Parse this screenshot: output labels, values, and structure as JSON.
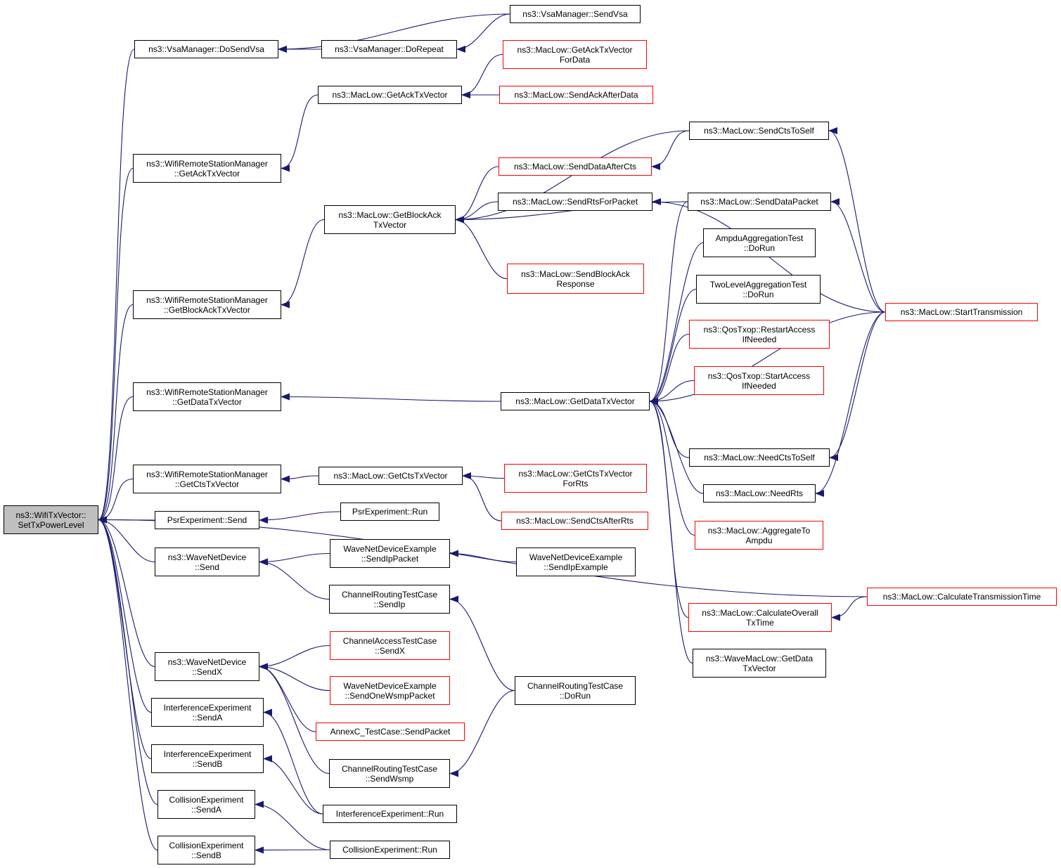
{
  "colors": {
    "edge": "#191970",
    "normal_border": "#000000",
    "truncated_border": "#ff0000",
    "root_fill": "#bfbfbf"
  },
  "nodes": [
    {
      "id": "root",
      "label": "ns3::WifiTxVector::\nSetTxPowerLevel",
      "kind": "root"
    },
    {
      "id": "vsa_dosendvsa",
      "label": "ns3::VsaManager::DoSendVsa",
      "kind": "normal"
    },
    {
      "id": "vsa_sendvsa",
      "label": "ns3::VsaManager::SendVsa",
      "kind": "normal"
    },
    {
      "id": "vsa_dorepeat",
      "label": "ns3::VsaManager::DoRepeat",
      "kind": "normal"
    },
    {
      "id": "ml_getacktxvector",
      "label": "ns3::MacLow::GetAckTxVector",
      "kind": "normal"
    },
    {
      "id": "ml_getacktxvectorfordata",
      "label": "ns3::MacLow::GetAckTxVector\nForData",
      "kind": "truncated"
    },
    {
      "id": "ml_sendackafterdata",
      "label": "ns3::MacLow::SendAckAfterData",
      "kind": "truncated"
    },
    {
      "id": "wrsm_getacktxvector",
      "label": "ns3::WifiRemoteStationManager\n::GetAckTxVector",
      "kind": "normal"
    },
    {
      "id": "ml_sendctstoself",
      "label": "ns3::MacLow::SendCtsToSelf",
      "kind": "normal"
    },
    {
      "id": "ml_senddataaftercts",
      "label": "ns3::MacLow::SendDataAfterCts",
      "kind": "truncated"
    },
    {
      "id": "ml_getblockacktxvector",
      "label": "ns3::MacLow::GetBlockAck\nTxVector",
      "kind": "normal"
    },
    {
      "id": "ml_sendrtsforpacket",
      "label": "ns3::MacLow::SendRtsForPacket",
      "kind": "normal"
    },
    {
      "id": "ml_senddatapacket",
      "label": "ns3::MacLow::SendDataPacket",
      "kind": "normal"
    },
    {
      "id": "ampdu_dorun",
      "label": "AmpduAggregationTest\n::DoRun",
      "kind": "normal"
    },
    {
      "id": "ml_sendblockackresponse",
      "label": "ns3::MacLow::SendBlockAck\nResponse",
      "kind": "truncated"
    },
    {
      "id": "twolevel_dorun",
      "label": "TwoLevelAggregationTest\n::DoRun",
      "kind": "normal"
    },
    {
      "id": "wrsm_getblockacktxvector",
      "label": "ns3::WifiRemoteStationManager\n::GetBlockAckTxVector",
      "kind": "normal"
    },
    {
      "id": "ml_starttransmission",
      "label": "ns3::MacLow::StartTransmission",
      "kind": "truncated"
    },
    {
      "id": "qos_restartaccess",
      "label": "ns3::QosTxop::RestartAccess\nIfNeeded",
      "kind": "truncated"
    },
    {
      "id": "qos_startaccess",
      "label": "ns3::QosTxop::StartAccess\nIfNeeded",
      "kind": "truncated"
    },
    {
      "id": "wrsm_getdatatxvector",
      "label": "ns3::WifiRemoteStationManager\n::GetDataTxVector",
      "kind": "normal"
    },
    {
      "id": "ml_getdatatxvector",
      "label": "ns3::MacLow::GetDataTxVector",
      "kind": "normal"
    },
    {
      "id": "ml_needctstoself",
      "label": "ns3::MacLow::NeedCtsToSelf",
      "kind": "normal"
    },
    {
      "id": "wrsm_getctstxvector",
      "label": "ns3::WifiRemoteStationManager\n::GetCtsTxVector",
      "kind": "normal"
    },
    {
      "id": "ml_getctstxvector",
      "label": "ns3::MacLow::GetCtsTxVector",
      "kind": "normal"
    },
    {
      "id": "ml_getctstxvectorforrts",
      "label": "ns3::MacLow::GetCtsTxVector\nForRts",
      "kind": "truncated"
    },
    {
      "id": "ml_needrts",
      "label": "ns3::MacLow::NeedRts",
      "kind": "normal"
    },
    {
      "id": "psr_send",
      "label": "PsrExperiment::Send",
      "kind": "normal"
    },
    {
      "id": "psr_run",
      "label": "PsrExperiment::Run",
      "kind": "normal"
    },
    {
      "id": "ml_sendctsafterrts",
      "label": "ns3::MacLow::SendCtsAfterRts",
      "kind": "truncated"
    },
    {
      "id": "ml_aggregatetoampdu",
      "label": "ns3::MacLow::AggregateTo\nAmpdu",
      "kind": "truncated"
    },
    {
      "id": "wnd_send",
      "label": "ns3::WaveNetDevice\n::Send",
      "kind": "normal"
    },
    {
      "id": "wnde_sendippacket",
      "label": "WaveNetDeviceExample\n::SendIpPacket",
      "kind": "normal"
    },
    {
      "id": "wnde_sendipexample",
      "label": "WaveNetDeviceExample\n::SendIpExample",
      "kind": "normal"
    },
    {
      "id": "crtc_sendip",
      "label": "ChannelRoutingTestCase\n::SendIp",
      "kind": "normal"
    },
    {
      "id": "ml_calculatetransmissiontime",
      "label": "ns3::MacLow::CalculateTransmissionTime",
      "kind": "truncated"
    },
    {
      "id": "ml_calculateoveralltxtime",
      "label": "ns3::MacLow::CalculateOverall\nTxTime",
      "kind": "truncated"
    },
    {
      "id": "catc_sendx",
      "label": "ChannelAccessTestCase\n::SendX",
      "kind": "truncated"
    },
    {
      "id": "wml_getdatatxvector",
      "label": "ns3::WaveMacLow::GetData\nTxVector",
      "kind": "normal"
    },
    {
      "id": "wnd_sendx",
      "label": "ns3::WaveNetDevice\n::SendX",
      "kind": "normal"
    },
    {
      "id": "wnde_sendonewsmppacket",
      "label": "WaveNetDeviceExample\n::SendOneWsmpPacket",
      "kind": "truncated"
    },
    {
      "id": "crtc_dorun",
      "label": "ChannelRoutingTestCase\n::DoRun",
      "kind": "normal"
    },
    {
      "id": "ie_senda",
      "label": "InterferenceExperiment\n::SendA",
      "kind": "normal"
    },
    {
      "id": "annexc_sendpacket",
      "label": "AnnexC_TestCase::SendPacket",
      "kind": "truncated"
    },
    {
      "id": "ie_sendb",
      "label": "InterferenceExperiment\n::SendB",
      "kind": "normal"
    },
    {
      "id": "crtc_sendwsmp",
      "label": "ChannelRoutingTestCase\n::SendWsmp",
      "kind": "normal"
    },
    {
      "id": "ce_senda",
      "label": "CollisionExperiment\n::SendA",
      "kind": "normal"
    },
    {
      "id": "ie_run",
      "label": "InterferenceExperiment::Run",
      "kind": "normal"
    },
    {
      "id": "ce_sendb",
      "label": "CollisionExperiment\n::SendB",
      "kind": "normal"
    },
    {
      "id": "ce_run",
      "label": "CollisionExperiment::Run",
      "kind": "normal"
    }
  ],
  "edges": [
    [
      "vsa_dosendvsa",
      "root"
    ],
    [
      "wrsm_getacktxvector",
      "root"
    ],
    [
      "wrsm_getblockacktxvector",
      "root"
    ],
    [
      "wrsm_getdatatxvector",
      "root"
    ],
    [
      "ml_calculatetransmissiontime",
      "root"
    ],
    [
      "wrsm_getctstxvector",
      "root"
    ],
    [
      "psr_send",
      "root"
    ],
    [
      "wnd_send",
      "root"
    ],
    [
      "wnd_sendx",
      "root"
    ],
    [
      "ie_senda",
      "root"
    ],
    [
      "ie_sendb",
      "root"
    ],
    [
      "ce_senda",
      "root"
    ],
    [
      "ce_sendb",
      "root"
    ],
    [
      "vsa_sendvsa",
      "vsa_dosendvsa"
    ],
    [
      "vsa_dorepeat",
      "vsa_dosendvsa"
    ],
    [
      "vsa_sendvsa",
      "vsa_dorepeat"
    ],
    [
      "ml_getacktxvector",
      "wrsm_getacktxvector"
    ],
    [
      "ml_getacktxvectorfordata",
      "ml_getacktxvector"
    ],
    [
      "ml_sendackafterdata",
      "ml_getacktxvector"
    ],
    [
      "ml_getblockacktxvector",
      "wrsm_getblockacktxvector"
    ],
    [
      "ml_sendctstoself",
      "ml_getblockacktxvector"
    ],
    [
      "ml_senddataaftercts",
      "ml_getblockacktxvector"
    ],
    [
      "ml_sendrtsforpacket",
      "ml_getblockacktxvector"
    ],
    [
      "ml_senddatapacket",
      "ml_getblockacktxvector"
    ],
    [
      "ml_sendblockackresponse",
      "ml_getblockacktxvector"
    ],
    [
      "ml_sendctstoself",
      "ml_senddataaftercts"
    ],
    [
      "ml_starttransmission",
      "ml_sendctstoself"
    ],
    [
      "ml_starttransmission",
      "ml_sendrtsforpacket"
    ],
    [
      "ml_starttransmission",
      "ml_senddatapacket"
    ],
    [
      "ml_getdatatxvector",
      "wrsm_getdatatxvector"
    ],
    [
      "ml_senddatapacket",
      "ml_getdatatxvector"
    ],
    [
      "ampdu_dorun",
      "ml_getdatatxvector"
    ],
    [
      "twolevel_dorun",
      "ml_getdatatxvector"
    ],
    [
      "qos_restartaccess",
      "ml_getdatatxvector"
    ],
    [
      "qos_startaccess",
      "ml_getdatatxvector"
    ],
    [
      "ml_starttransmission",
      "ml_getdatatxvector"
    ],
    [
      "ml_needctstoself",
      "ml_getdatatxvector"
    ],
    [
      "ml_needrts",
      "ml_getdatatxvector"
    ],
    [
      "ml_aggregatetoampdu",
      "ml_getdatatxvector"
    ],
    [
      "ml_calculateoveralltxtime",
      "ml_getdatatxvector"
    ],
    [
      "wml_getdatatxvector",
      "ml_getdatatxvector"
    ],
    [
      "ml_starttransmission",
      "ml_needctstoself"
    ],
    [
      "ml_starttransmission",
      "ml_needrts"
    ],
    [
      "ml_calculatetransmissiontime",
      "ml_calculateoveralltxtime"
    ],
    [
      "ml_getctstxvector",
      "wrsm_getctstxvector"
    ],
    [
      "ml_getctstxvectorforrts",
      "ml_getctstxvector"
    ],
    [
      "ml_sendctsafterrts",
      "ml_getctstxvector"
    ],
    [
      "psr_run",
      "psr_send"
    ],
    [
      "wnde_sendippacket",
      "wnd_send"
    ],
    [
      "crtc_sendip",
      "wnd_send"
    ],
    [
      "wnde_sendipexample",
      "wnde_sendippacket"
    ],
    [
      "crtc_dorun",
      "crtc_sendip"
    ],
    [
      "catc_sendx",
      "wnd_sendx"
    ],
    [
      "wnde_sendonewsmppacket",
      "wnd_sendx"
    ],
    [
      "annexc_sendpacket",
      "wnd_sendx"
    ],
    [
      "crtc_sendwsmp",
      "wnd_sendx"
    ],
    [
      "crtc_dorun",
      "crtc_sendwsmp"
    ],
    [
      "ie_run",
      "ie_senda"
    ],
    [
      "ie_run",
      "ie_sendb"
    ],
    [
      "ce_run",
      "ce_senda"
    ],
    [
      "ce_run",
      "ce_sendb"
    ]
  ]
}
